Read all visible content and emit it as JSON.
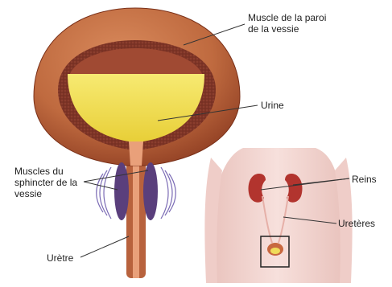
{
  "labels": {
    "bladder_wall_muscle_line1": "Muscle de la paroi",
    "bladder_wall_muscle_line2": "de la vessie",
    "urine": "Urine",
    "sphincter_muscles_line1": "Muscles du",
    "sphincter_muscles_line2": "sphincter de la",
    "sphincter_muscles_line3": "vessie",
    "urethra": "Urètre",
    "kidneys": "Reins",
    "ureters": "Uretères"
  },
  "colors": {
    "bladder_outer": "#b9603a",
    "bladder_inner_muscle": "#8b3a2a",
    "urine": "#f2e05a",
    "sphincter": "#5a3f7c",
    "body_skin": "#f3d5d0",
    "kidney": "#b2342e",
    "leader_line": "#333333"
  }
}
